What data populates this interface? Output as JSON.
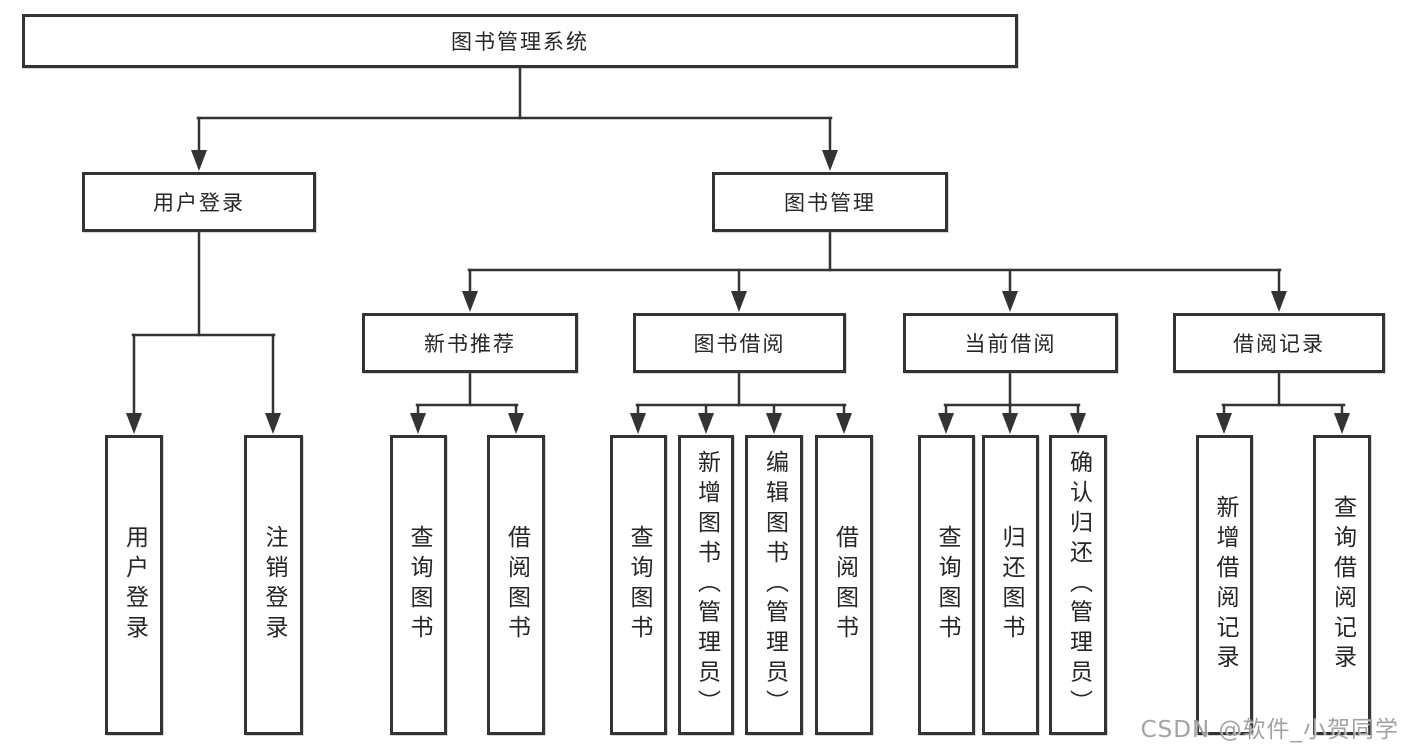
{
  "diagram": {
    "root": "图书管理系统",
    "level2": {
      "login": "用户登录",
      "management": "图书管理"
    },
    "level3": [
      "新书推荐",
      "图书借阅",
      "当前借阅",
      "借阅记录"
    ],
    "loginLeaves": [
      "用户登录",
      "注销登录"
    ],
    "newbookLeaves": [
      "查询图书",
      "借阅图书"
    ],
    "borrowLeaves": [
      "查询图书",
      "新增图书（管理员）",
      "编辑图书（管理员）",
      "借阅图书"
    ],
    "currentLeaves": [
      "查询图书",
      "归还图书",
      "确认归还（管理员）"
    ],
    "recordLeaves": [
      "新增借阅记录",
      "查询借阅记录"
    ]
  },
  "watermark": "CSDN @软件_小贺同学",
  "colors": {
    "line": "#333333",
    "box_border": "#333333",
    "box_bg": "#ffffff",
    "text": "#262626",
    "watermark": "#969696"
  }
}
